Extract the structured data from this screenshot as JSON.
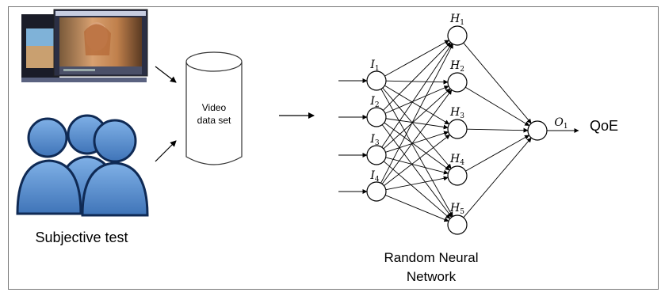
{
  "labels": {
    "subjective_test": "Subjective test",
    "dataset_line1": "Video",
    "dataset_line2": "data set",
    "network_line1": "Random Neural",
    "network_line2": "Network",
    "qoe": "QoE"
  },
  "network": {
    "inputs": [
      "I",
      "I",
      "I",
      "I"
    ],
    "input_subscripts": [
      "1",
      "2",
      "3",
      "4"
    ],
    "hidden": [
      "H",
      "H",
      "H",
      "H",
      "H"
    ],
    "hidden_subscripts": [
      "1",
      "2",
      "3",
      "4",
      "5"
    ],
    "output": "O",
    "output_subscript": "1"
  },
  "colors": {
    "user_fill": "#4f86c6",
    "user_stroke": "#0f2a55",
    "line": "#000000",
    "frame": "#777777"
  }
}
